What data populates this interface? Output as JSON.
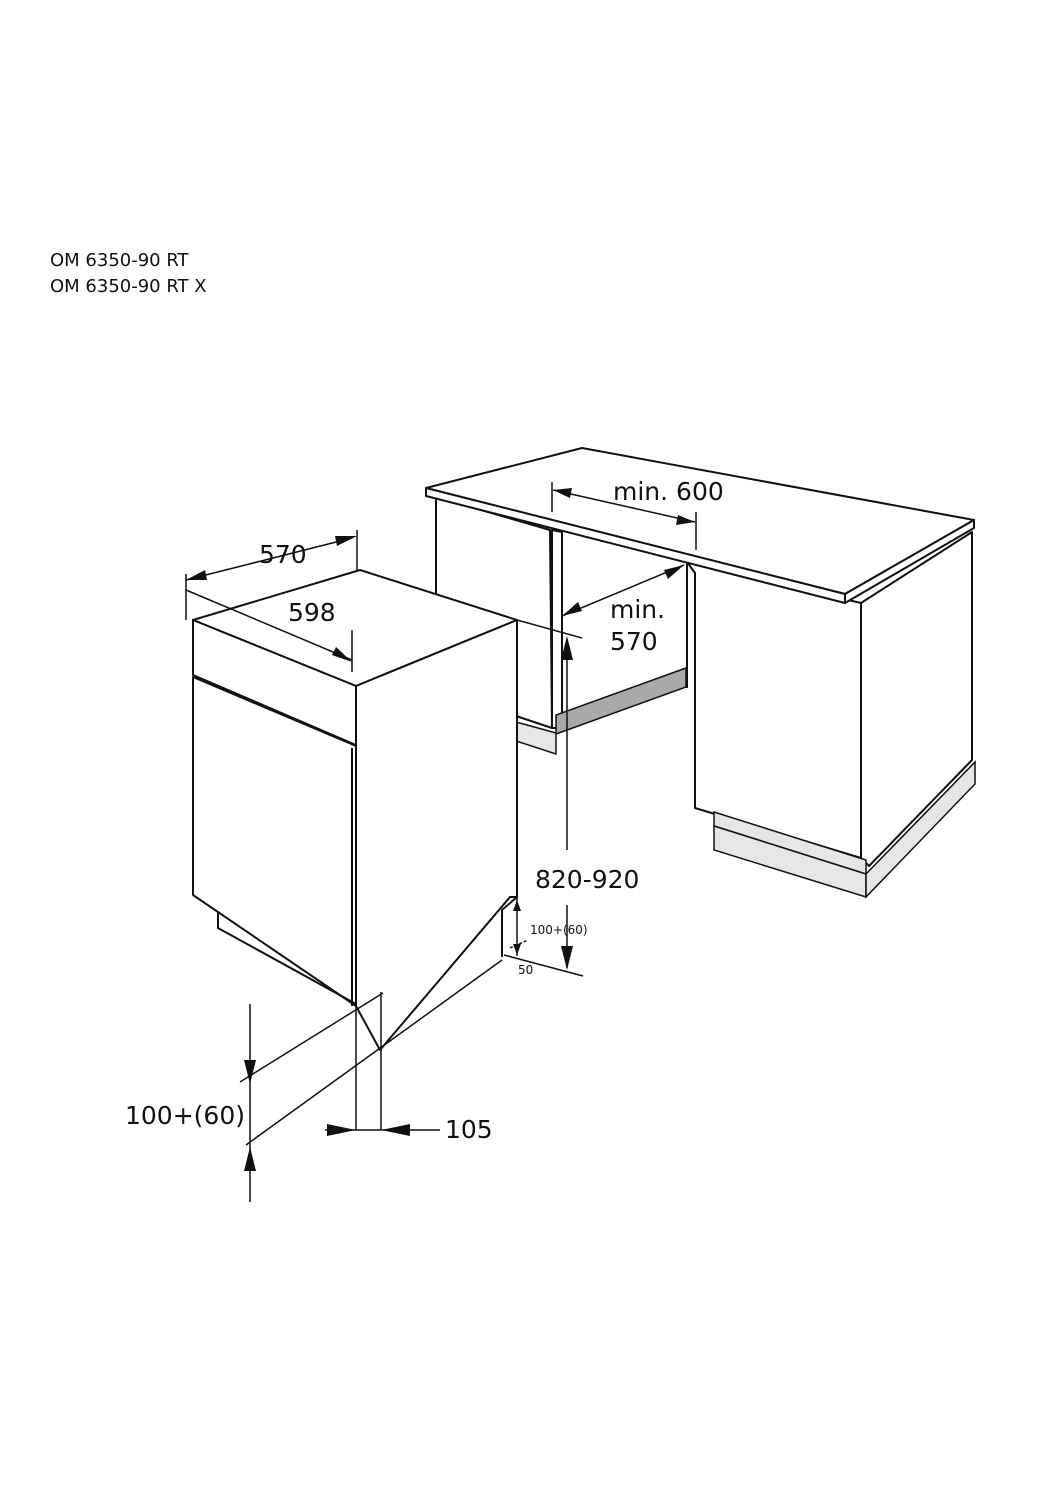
{
  "header": {
    "model_1": "OM 6350-90 RT",
    "model_2": "OM 6350-90 RT X"
  },
  "dimensions": {
    "depth_appliance": "570",
    "width_appliance": "598",
    "niche_width": "min. 600",
    "niche_depth_line1": "min.",
    "niche_depth_line2": "570",
    "worktop_height": "820-920",
    "plinth_height_small": "100+(60)",
    "plinth_offset_small": "50",
    "plinth_height": "100+(60)",
    "door_overhang": "105"
  }
}
